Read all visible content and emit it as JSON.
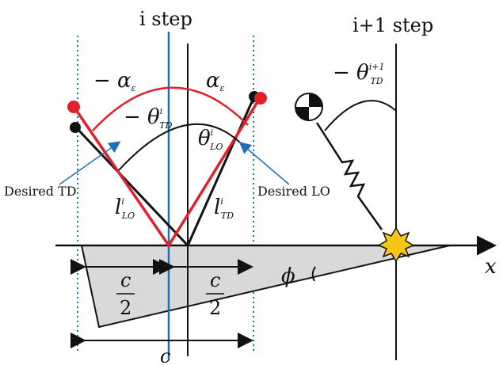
{
  "labels": {
    "i_step": "i step",
    "i1_step": "i+1 step",
    "desired_td": "Desired TD",
    "desired_lo": "Desired LO",
    "x_axis": "x",
    "phi": "ϕ",
    "c_half_left_num": "c",
    "c_half_left_den": "2",
    "c_half_right_num": "c",
    "c_half_right_den": "2",
    "c_full": "c",
    "neg_alpha": "− α",
    "alpha": "α",
    "alpha_sub": "ε",
    "neg_theta_td": "− θ",
    "theta_lo": "θ",
    "theta_sub_td": "TD",
    "theta_sub_lo": "LO",
    "theta_sup_i": "i",
    "theta_sup_i1": "i+1",
    "neg_theta_td_next": "− θ",
    "l_lo": "l",
    "l_td": "l",
    "l_sub_lo": "LO",
    "l_sub_td": "TD",
    "l_sup": "i"
  },
  "colors": {
    "red": "#e0202a",
    "blue": "#1f6fb8",
    "black": "#111111",
    "gray_fill": "#d9d9d9",
    "yellow": "#f5c518"
  }
}
